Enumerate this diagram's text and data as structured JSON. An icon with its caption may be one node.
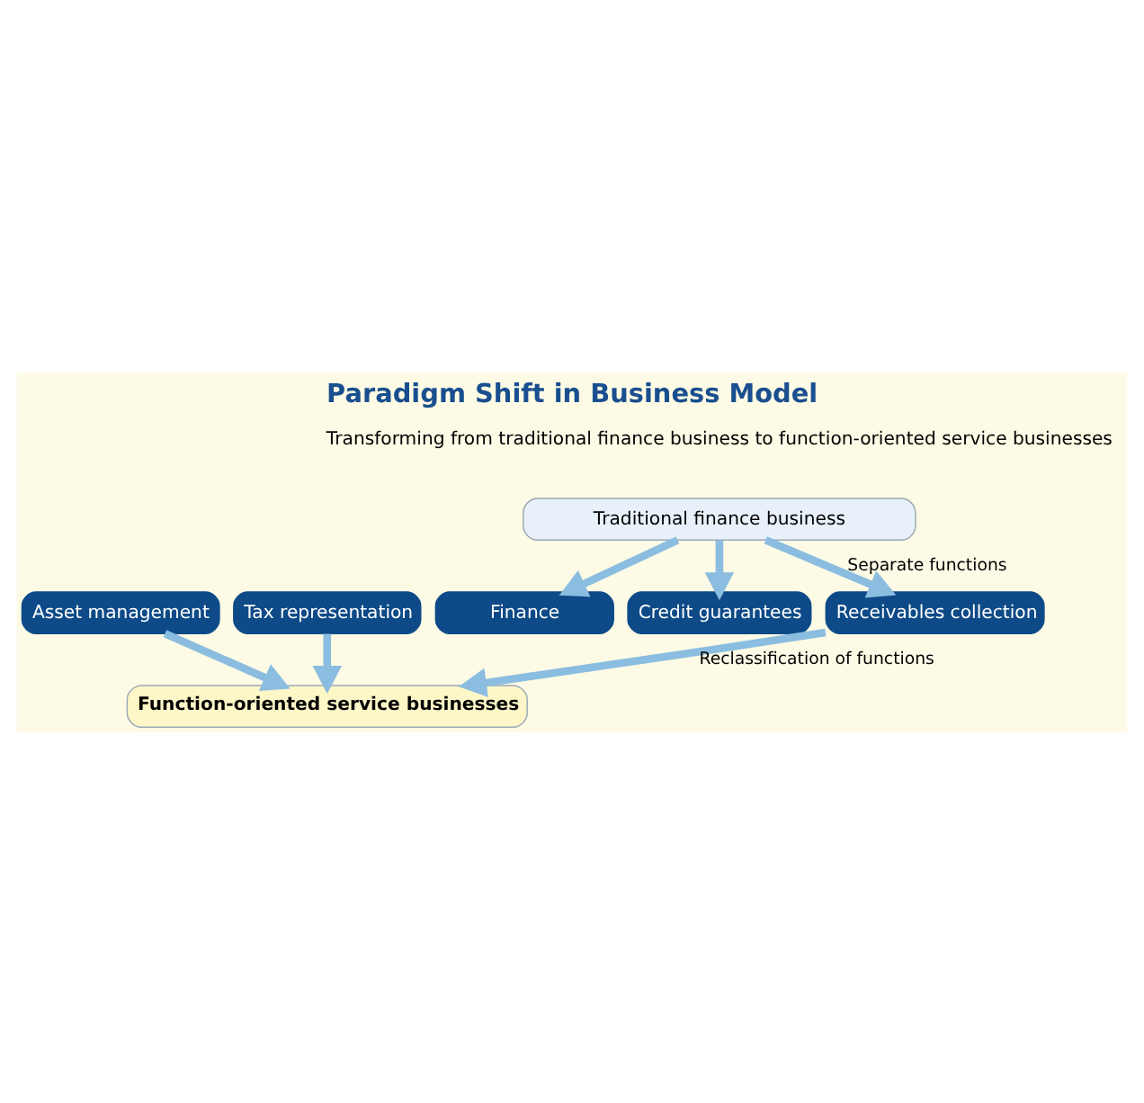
{
  "diagram": {
    "title": "Paradigm Shift in Business Model",
    "nodes": [
      {
        "text": [
          "Traditional finance business"
        ]
      },
      {
        "text": [
          "Finance"
        ]
      },
      {
        "text": [
          "Credit guarantees"
        ]
      },
      {
        "text": [
          "Receivables collection"
        ]
      },
      {
        "text": [
          "Asset management"
        ]
      },
      {
        "text": [
          "Tax representation"
        ]
      },
      {
        "text": [
          "Function-oriented service businesses"
        ]
      }
    ],
    "edges": [
      {
        "from": 0,
        "to": 1,
        "arrow": "to"
      },
      {
        "from": 0,
        "to": 3,
        "arrow": "to",
        "label": "Separate functions"
      },
      {
        "from": 0,
        "to": 2,
        "arrow": "to"
      },
      {
        "from": 4,
        "to": 6,
        "arrow": "to"
      },
      {
        "from": 3,
        "to": 6,
        "arrow": "to",
        "label": "Reclassification of functions"
      },
      {
        "from": 5,
        "to": 6,
        "arrow": "to"
      }
    ],
    "labels": [
      "Transforming from traditional finance business to function-oriented service businesses"
    ]
  }
}
